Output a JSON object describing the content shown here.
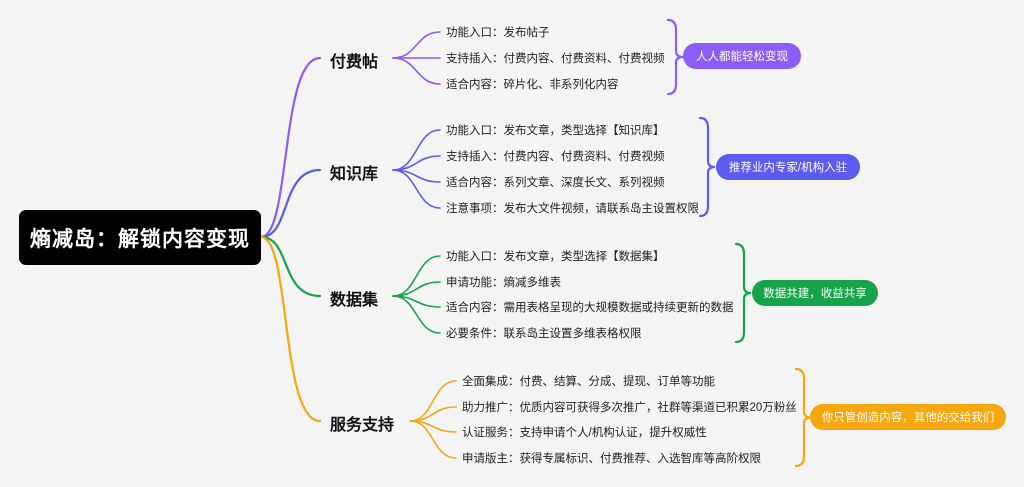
{
  "root": {
    "label": "熵减岛：解锁内容变现"
  },
  "branches": [
    {
      "title": "付费帖",
      "color": "#8b5cf6",
      "items": [
        "功能入口：发布帖子",
        "支持插入：付费内容、付费资料、付费视频",
        "适合内容：碎片化、非系列化内容"
      ],
      "summary": "人人都能轻松变现"
    },
    {
      "title": "知识库",
      "color": "#5b5bf0",
      "items": [
        "功能入口：发布文章，类型选择【知识库】",
        "支持插入：付费内容、付费资料、付费视频",
        "适合内容：系列文章、深度长文、系列视频",
        "注意事项：发布大文件视频，请联系岛主设置权限"
      ],
      "summary": "推荐业内专家/机构入驻"
    },
    {
      "title": "数据集",
      "color": "#16a34a",
      "items": [
        "功能入口：发布文章，类型选择【数据集】",
        "申请功能：熵减多维表",
        "适合内容：需用表格呈现的大规模数据或持续更新的数据",
        "必要条件：联系岛主设置多维表格权限"
      ],
      "summary": "数据共建，收益共享"
    },
    {
      "title": "服务支持",
      "color": "#f5a70f",
      "items": [
        "全面集成：付费、结算、分成、提现、订单等功能",
        "助力推广：优质内容可获得多次推广，社群等渠道已积累20万粉丝",
        "认证服务：支持申请个人/机构认证，提升权威性",
        "申请版主：获得专属标识、付费推荐、入选智库等高阶权限"
      ],
      "summary": "你只管创造内容，其他的交给我们"
    }
  ]
}
